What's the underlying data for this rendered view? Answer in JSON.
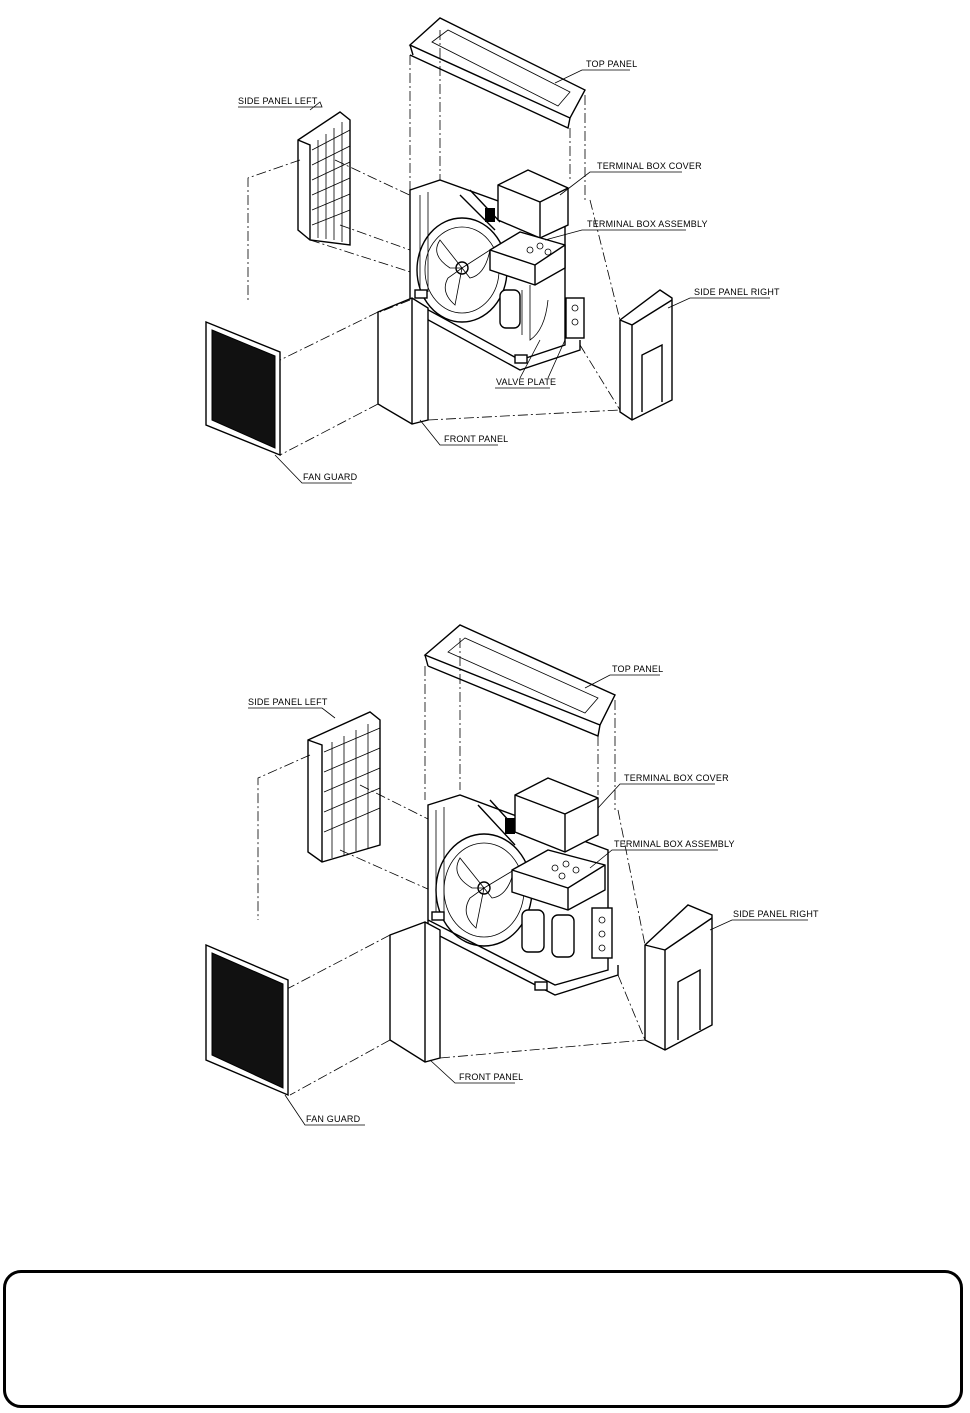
{
  "diagrams": [
    {
      "labels": {
        "top_panel": "TOP PANEL",
        "side_panel_left": "SIDE PANEL LEFT",
        "terminal_box_cover": "TERMINAL BOX COVER",
        "terminal_box_assembly": "TERMINAL BOX ASSEMBLY",
        "side_panel_right": "SIDE PANEL RIGHT",
        "valve_plate": "VALVE PLATE",
        "front_panel": "FRONT PANEL",
        "fan_guard": "FAN GUARD"
      }
    },
    {
      "labels": {
        "top_panel": "TOP PANEL",
        "side_panel_left": "SIDE PANEL LEFT",
        "terminal_box_cover": "TERMINAL BOX COVER",
        "terminal_box_assembly": "TERMINAL BOX ASSEMBLY",
        "side_panel_right": "SIDE PANEL RIGHT",
        "front_panel": "FRONT PANEL",
        "fan_guard": "FAN GUARD"
      }
    }
  ]
}
